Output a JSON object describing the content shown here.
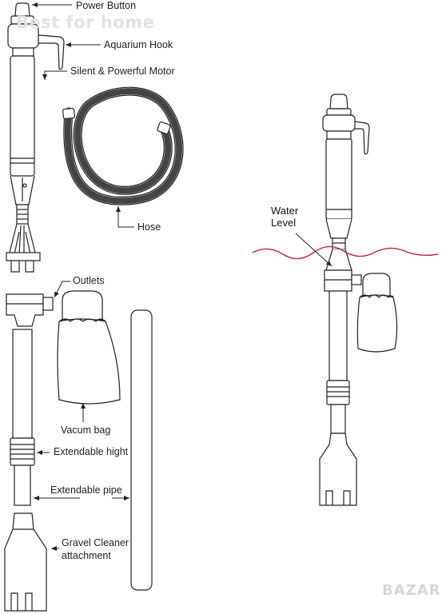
{
  "watermark_top": "Best for home",
  "watermark_corner": "BAZAR",
  "labels": {
    "power_button": "Power Button",
    "aquarium_hook": "Aquarium Hook",
    "motor": "Silent & Powerful Motor",
    "hose": "Hose",
    "outlets": "Outlets",
    "vacuum_bag": "Vacum bag",
    "extendable_height": "Extendable hight",
    "extendable_pipe": "Extendable pipe",
    "gravel_cleaner_1": "Gravel Cleaner",
    "gravel_cleaner_2": "attachment",
    "water_level_1": "Water",
    "water_level_2": "Level"
  },
  "colors": {
    "line": "#222222",
    "water": "#c0283b",
    "watermark": "#d8d8d8"
  }
}
